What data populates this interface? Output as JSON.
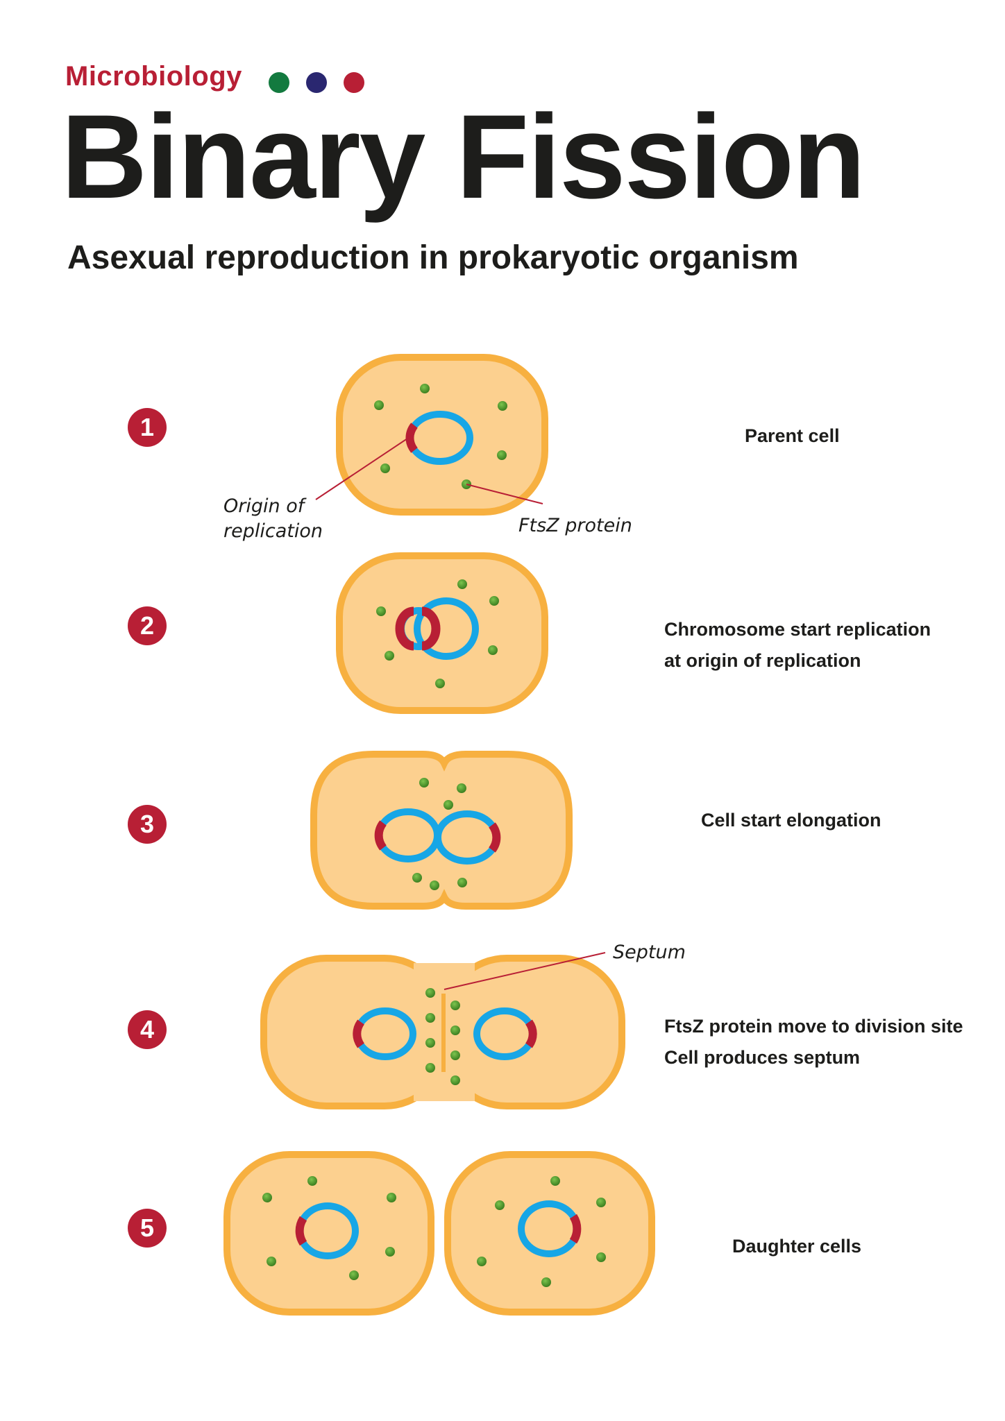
{
  "header": {
    "kicker": "Microbiology",
    "title": "Binary Fission",
    "subtitle": "Asexual reproduction in prokaryotic organism"
  },
  "colors": {
    "kicker_dots": [
      "#137a3f",
      "#2a2770",
      "#b81f35"
    ],
    "cell_fill": "#fcd08f",
    "cell_border": "#f7b040",
    "chromosome": "#17a6e6",
    "origin": "#b81f35",
    "ftsz": "#4e9a2c",
    "badge": "#b81f35"
  },
  "steps": [
    {
      "number": "1",
      "lines": [
        "Parent cell"
      ]
    },
    {
      "number": "2",
      "lines": [
        "Chromosome start replication",
        "at origin of replication"
      ]
    },
    {
      "number": "3",
      "lines": [
        "Cell start elongation"
      ]
    },
    {
      "number": "4",
      "lines": [
        "FtsZ protein move to division site",
        "Cell produces septum"
      ]
    },
    {
      "number": "5",
      "lines": [
        "Daughter cells"
      ]
    }
  ],
  "callouts": {
    "origin_line1": "Origin of",
    "origin_line2": "replication",
    "ftsz": "FtsZ protein",
    "septum": "Septum"
  }
}
